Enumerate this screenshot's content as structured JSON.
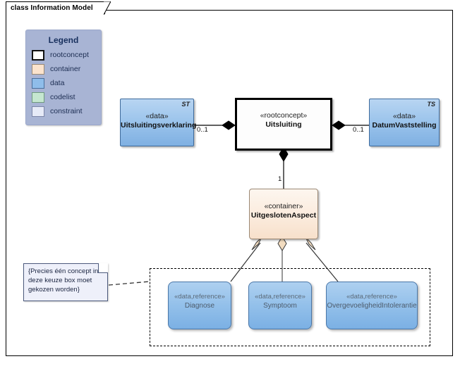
{
  "diagram": {
    "title": "class Information Model"
  },
  "legend": {
    "title": "Legend",
    "items": [
      {
        "label": "rootconcept",
        "swatch": "rootconcept",
        "color": "#ffffff"
      },
      {
        "label": "container",
        "swatch": "container",
        "color": "#fbe3cd"
      },
      {
        "label": "data",
        "swatch": "data",
        "color": "#8fbdea"
      },
      {
        "label": "codelist",
        "swatch": "codelist",
        "color": "#c5e7d0"
      },
      {
        "label": "constraint",
        "swatch": "constraint",
        "color": "#e6eaf7"
      }
    ]
  },
  "classes": {
    "uitsluitingsverklaring": {
      "stereotype": "«data»",
      "name": "Uitsluitingsverklaring",
      "tag": "ST"
    },
    "uitsluiting": {
      "stereotype": "«rootconcept»",
      "name": "Uitsluiting"
    },
    "datumvaststelling": {
      "stereotype": "«data»",
      "name": "DatumVaststelling",
      "tag": "TS"
    },
    "uitgeslotenaspect": {
      "stereotype": "«container»",
      "name": "UitgeslotenAspect"
    },
    "diagnose": {
      "stereotype": "«data,reference»",
      "name": "Diagnose"
    },
    "symptoom": {
      "stereotype": "«data,reference»",
      "name": "Symptoom"
    },
    "overgevoeligheid": {
      "stereotype": "«data,reference»",
      "name": "OvergevoeligheidIntolerantie"
    }
  },
  "multiplicities": {
    "left": "0..1",
    "right": "0..1",
    "container": "1"
  },
  "note": {
    "text": "{Precies één concept in deze keuze box moet gekozen worden}"
  },
  "colors": {
    "data_fill": "#9dc5ec",
    "container_fill": "#fbeadb",
    "rootconcept_fill": "#ffffff",
    "legend_bg": "#a8b4d4",
    "note_fill": "#eef0fa",
    "line": "#000000"
  }
}
